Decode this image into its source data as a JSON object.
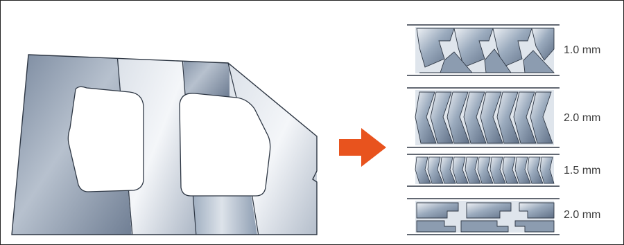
{
  "figure": {
    "description_free": true,
    "arrow_color": "#e8531e",
    "metal_colors": {
      "dark": "#7f8fa6",
      "mid": "#b8c2cf",
      "light": "#e8ecf1",
      "line": "#2e3744"
    },
    "thickness_labels": [
      {
        "text": "1.0 mm"
      },
      {
        "text": "2.0 mm"
      },
      {
        "text": "1.5 mm"
      },
      {
        "text": "2.0 mm"
      }
    ]
  }
}
